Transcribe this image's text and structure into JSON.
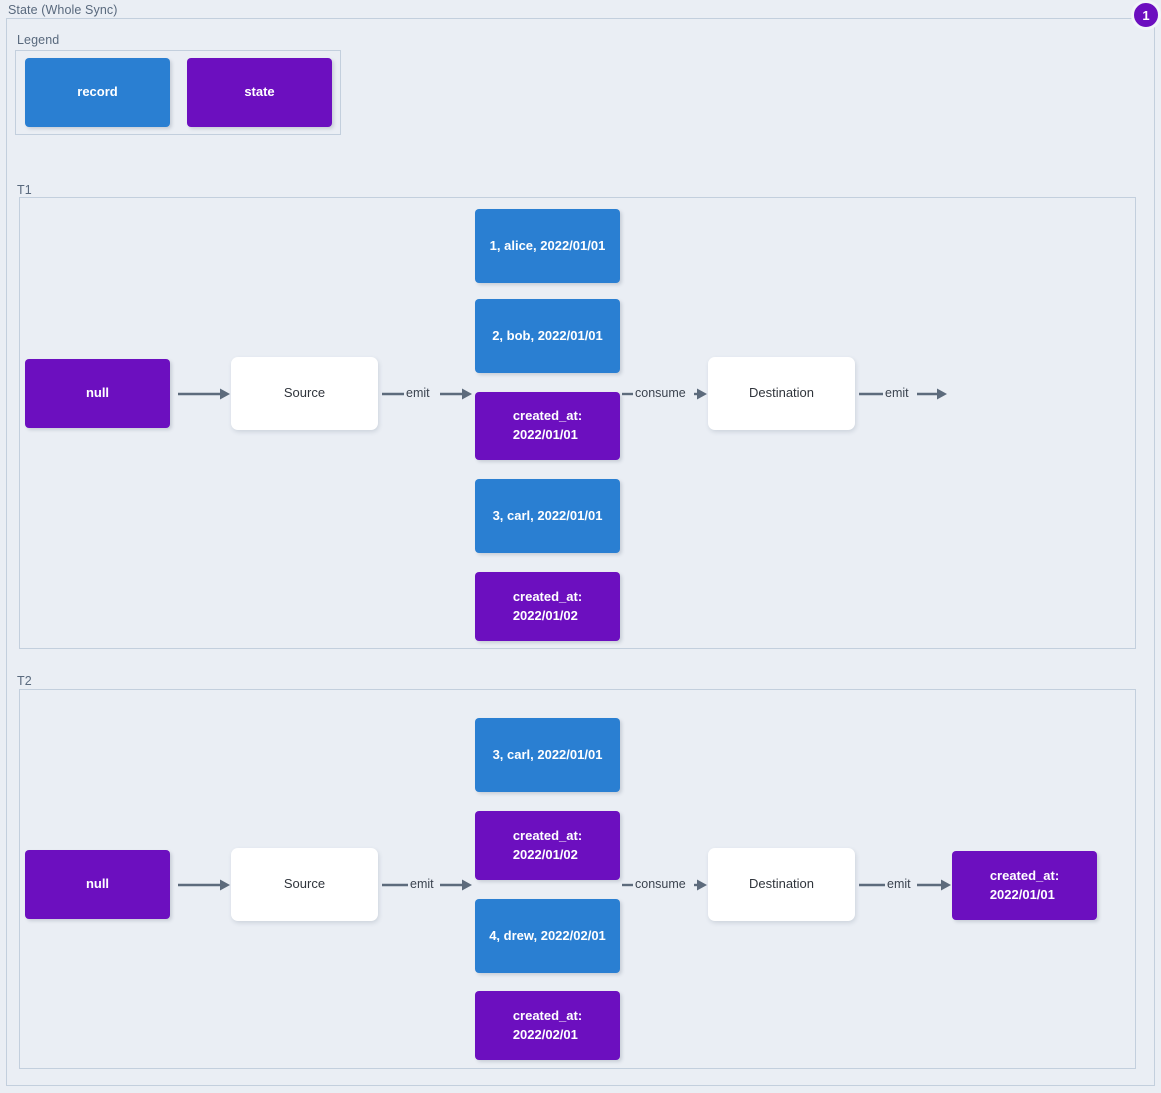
{
  "page": {
    "title": "State (Whole Sync)",
    "badge": "1",
    "colors": {
      "background": "#eaeef4",
      "border": "#c3cfdd",
      "record": "#2a7fd2",
      "state": "#6c0fbf",
      "arrow": "#5d6b7c",
      "label_text": "#59697d"
    }
  },
  "legend": {
    "title": "Legend",
    "items": [
      {
        "label": "record",
        "kind": "record"
      },
      {
        "label": "state",
        "kind": "state"
      }
    ]
  },
  "sections": [
    {
      "title": "T1",
      "initial_state": "null",
      "source": "Source",
      "destination": "Destination",
      "arrows": {
        "to_source": "",
        "emit_source": "emit",
        "consume": "consume",
        "emit_destination": "emit"
      },
      "stream": [
        {
          "label": "1, alice, 2022/01/01",
          "kind": "record"
        },
        {
          "label": "2, bob, 2022/01/01",
          "kind": "record"
        },
        {
          "label": "created_at:\n2022/01/01",
          "kind": "state"
        },
        {
          "label": "3, carl, 2022/01/01",
          "kind": "record"
        },
        {
          "label": "created_at:\n2022/01/02",
          "kind": "state"
        }
      ],
      "final_state": null
    },
    {
      "title": "T2",
      "initial_state": "null",
      "source": "Source",
      "destination": "Destination",
      "arrows": {
        "to_source": "",
        "emit_source": "emit",
        "consume": "consume",
        "emit_destination": "emit"
      },
      "stream": [
        {
          "label": "3, carl, 2022/01/01",
          "kind": "record"
        },
        {
          "label": "created_at:\n2022/01/02",
          "kind": "state"
        },
        {
          "label": "4, drew, 2022/02/01",
          "kind": "record"
        },
        {
          "label": "created_at:\n2022/02/01",
          "kind": "state"
        }
      ],
      "final_state": {
        "label": "created_at:\n2022/01/01",
        "kind": "state"
      }
    }
  ]
}
